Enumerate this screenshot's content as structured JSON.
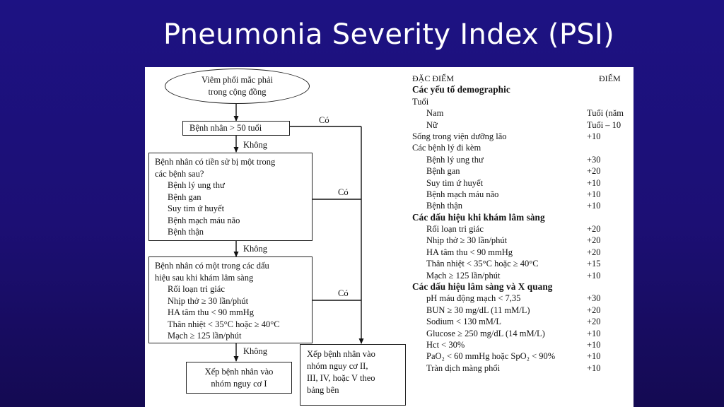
{
  "slide": {
    "title": "Pneumonia Severity Index (PSI)"
  },
  "flowchart": {
    "start": [
      "Viêm phổi mắc phải",
      "trong cộng đồng"
    ],
    "age_box": "Bệnh nhân > 50 tuổi",
    "history_box": {
      "lines": [
        "Bệnh nhân có tiền sử bị một trong",
        "các bệnh sau?"
      ],
      "items": [
        "Bệnh lý ung thư",
        "Bệnh gan",
        "Suy tim ứ huyết",
        "Bệnh mạch máu não",
        "Bệnh thận"
      ]
    },
    "exam_box": {
      "lines": [
        "Bệnh nhân có một trong các dấu",
        "hiệu sau khi khám lâm sàng"
      ],
      "items": [
        "Rối loạn tri giác",
        "Nhịp thở ≥ 30 lần/phút",
        "HA tâm thu < 90 mmHg",
        "Thân nhiệt < 35°C hoặc ≥ 40°C",
        "Mạch ≥ 125 lần/phút"
      ]
    },
    "risk_one_box": [
      "Xếp bệnh nhân vào",
      "nhóm nguy cơ I"
    ],
    "risk_group_box": [
      "Xếp bệnh nhân vào",
      "nhóm nguy cơ II,",
      "III, IV, hoặc V theo",
      "bảng bên"
    ],
    "yes_label": "Có",
    "no_label": "Không"
  },
  "score_table": {
    "header": {
      "feature": "ĐẶC ĐIỂM",
      "points": "ĐIỂM"
    },
    "rows": [
      {
        "type": "section",
        "text": "Các yếu tố demographic"
      },
      {
        "type": "row",
        "text": "Tuổi",
        "points": "",
        "indent": false
      },
      {
        "type": "row",
        "text": "Nam",
        "points": "Tuổi (năm",
        "indent": true
      },
      {
        "type": "row",
        "text": "Nữ",
        "points": "Tuổi – 10",
        "indent": true
      },
      {
        "type": "row",
        "text": "Sống trong viện dưỡng lão",
        "points": "+10",
        "indent": false
      },
      {
        "type": "row",
        "text": "Các bệnh lý đi kèm",
        "points": "",
        "indent": false
      },
      {
        "type": "row",
        "text": "Bệnh lý ung thư",
        "points": "+30",
        "indent": true
      },
      {
        "type": "row",
        "text": "Bệnh gan",
        "points": "+20",
        "indent": true
      },
      {
        "type": "row",
        "text": "Suy tim ứ huyết",
        "points": "+10",
        "indent": true
      },
      {
        "type": "row",
        "text": "Bệnh mạch máu não",
        "points": "+10",
        "indent": true
      },
      {
        "type": "row",
        "text": "Bệnh thận",
        "points": "+10",
        "indent": true
      },
      {
        "type": "section",
        "text": "Các dấu hiệu khi khám lâm sàng"
      },
      {
        "type": "row",
        "text": "Rối loạn tri giác",
        "points": "+20",
        "indent": true
      },
      {
        "type": "row",
        "text": "Nhịp thở ≥ 30 lần/phút",
        "points": "+20",
        "indent": true
      },
      {
        "type": "row",
        "text": "HA tâm thu < 90 mmHg",
        "points": "+20",
        "indent": true
      },
      {
        "type": "row",
        "text": "Thân nhiệt < 35°C hoặc ≥ 40°C",
        "points": "+15",
        "indent": true
      },
      {
        "type": "row",
        "text": "Mạch ≥ 125 lần/phút",
        "points": "+10",
        "indent": true
      },
      {
        "type": "section",
        "text": "Các dấu hiệu lâm sàng và X quang"
      },
      {
        "type": "row",
        "text": "pH máu động mạch < 7,35",
        "points": "+30",
        "indent": true
      },
      {
        "type": "row",
        "text": "BUN ≥ 30 mg/dL (11 mM/L)",
        "points": "+20",
        "indent": true
      },
      {
        "type": "row",
        "text": "Sodium < 130 mM/L",
        "points": "+20",
        "indent": true
      },
      {
        "type": "row",
        "text": "Glucose ≥ 250 mg/dL (14 mM/L)",
        "points": "+10",
        "indent": true
      },
      {
        "type": "row",
        "text": "Hct < 30%",
        "points": "+10",
        "indent": true
      },
      {
        "type": "row",
        "text": "PaO₂ < 60 mmHg hoặc SpO₂ < 90%",
        "points": "+10",
        "indent": true
      },
      {
        "type": "row",
        "text": "Tràn dịch màng phổi",
        "points": "+10",
        "indent": true
      }
    ]
  }
}
